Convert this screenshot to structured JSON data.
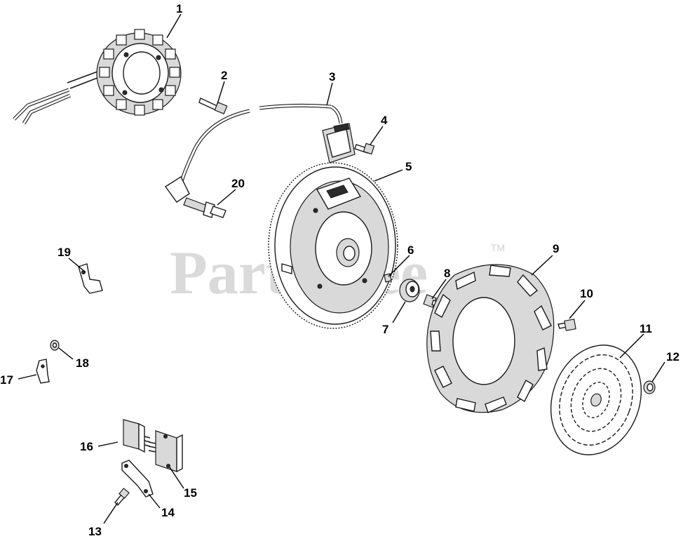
{
  "watermark": {
    "brand": "PartsTree",
    "trademark": "TM"
  },
  "callouts": [
    "1",
    "2",
    "3",
    "4",
    "5",
    "6",
    "7",
    "8",
    "9",
    "10",
    "11",
    "12",
    "13",
    "14",
    "15",
    "16",
    "17",
    "18",
    "19",
    "20"
  ]
}
